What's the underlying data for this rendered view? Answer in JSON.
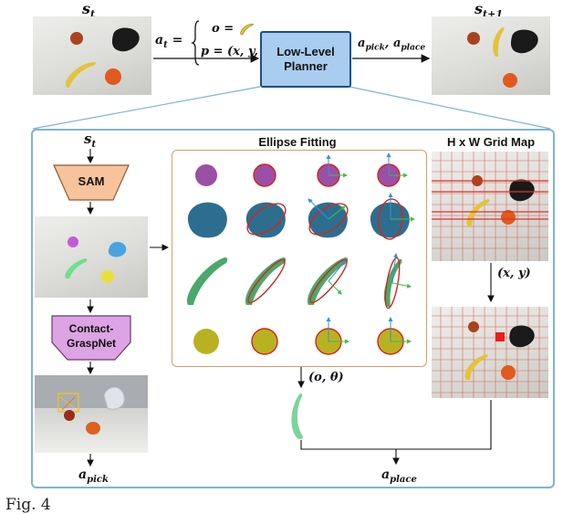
{
  "top": {
    "state_label": "s",
    "state_sub": "t",
    "next_state_label": "s",
    "next_state_sub": "t+1",
    "action_lhs": "a",
    "action_lhs_sub": "t",
    "action_equals": "=",
    "action_o": "o =",
    "action_p": "p = (x, y, θ)",
    "planner_label_line1": "Low-Level",
    "planner_label_line2": "Planner",
    "output_label": "a",
    "output_sub1": "pick",
    "output_sub2": "place"
  },
  "pipeline": {
    "input_label": "s",
    "input_sub": "t",
    "sam_label": "SAM",
    "grasp_label_line1": "Contact-",
    "grasp_label_line2": "GraspNet",
    "pick_label": "a",
    "pick_sub": "pick",
    "place_label": "a",
    "place_sub": "place"
  },
  "ellipse": {
    "title": "Ellipse Fitting",
    "o_theta_label": "(o, θ)"
  },
  "grid": {
    "title": "H x W Grid Map",
    "xy_label": "(x, y)"
  },
  "caption": {
    "fig_label": "Fig. 4"
  },
  "colors": {
    "planner_fill": "#a9cdef",
    "sam_fill": "#f6c39b",
    "grasp_fill": "#dca4e2",
    "outer_box": "#7fb3d8",
    "ellipse_box": "#d99f6a",
    "fit_line": "#d4261b",
    "axis_green": "#3cbf4a",
    "axis_blue": "#3a8fd8",
    "mask_purple": "#9b4fa6",
    "mask_blue": "#2d6e8f",
    "mask_green": "#4aa86a",
    "mask_yellow": "#b8b222"
  }
}
